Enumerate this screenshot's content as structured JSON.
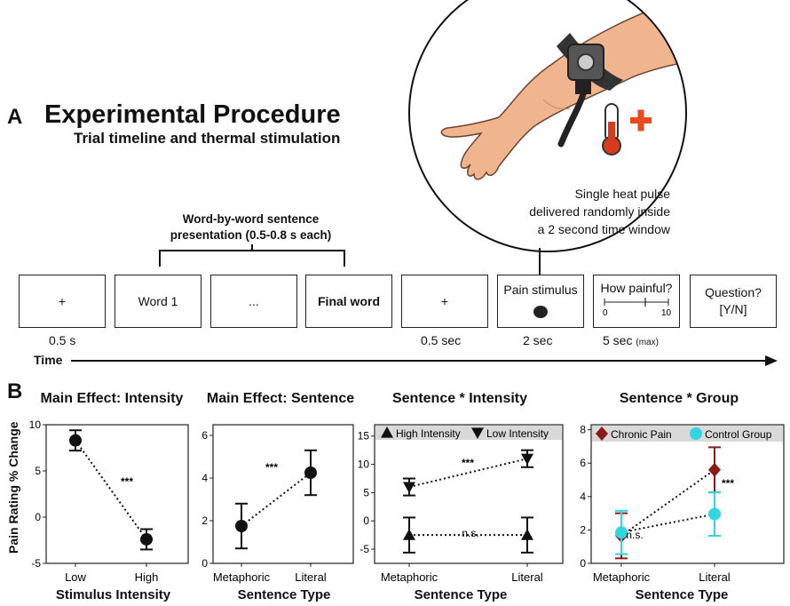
{
  "panel_a": {
    "letter": "A",
    "title": "Experimental Procedure",
    "subtitle": "Trial timeline and thermal stimulation",
    "bracket_label_line1": "Word-by-word sentence",
    "bracket_label_line2": "presentation (0.5-0.8 s each)",
    "heat_text_line1": "Single heat pulse",
    "heat_text_line2": "delivered randomly inside",
    "heat_text_line3": "a 2 second time window",
    "boxes": [
      {
        "label": "+",
        "duration": "0.5 s"
      },
      {
        "label": "Word 1",
        "duration": ""
      },
      {
        "label": "...",
        "duration": ""
      },
      {
        "label": "Final word",
        "duration": ""
      },
      {
        "label": "+",
        "duration": "0.5 sec"
      },
      {
        "label": "Pain stimulus",
        "duration": "2 sec"
      },
      {
        "label": "How painful?",
        "duration": "5 sec",
        "duration_small": "(max)",
        "scale_min": "0",
        "scale_max": "10"
      },
      {
        "label": "Question?",
        "label2": "[Y/N]",
        "duration": ""
      }
    ],
    "time_label": "Time",
    "colors": {
      "thermometer": "#d93a1e",
      "plus": "#e84a1f",
      "skin": "#f0b48e",
      "strap": "#333333"
    }
  },
  "panel_b": {
    "letter": "B",
    "ylabel": "Pain Rating % Change",
    "colors": {
      "black": "#111111",
      "chronic": "#8b1a1a",
      "control": "#33d6e0",
      "legend_bg": "#d9d9d9"
    }
  },
  "chart_data": [
    {
      "type": "scatter",
      "title": "Main Effect: Intensity",
      "xlabel": "Stimulus Intensity",
      "ylabel": "Pain Rating % Change",
      "categories": [
        "Low",
        "High"
      ],
      "ylim": [
        -5,
        10
      ],
      "yticks": [
        "10",
        "5",
        "0",
        "-5"
      ],
      "series": [
        {
          "values": [
            8.3,
            -2.4
          ],
          "err": [
            1.1,
            1.1
          ],
          "marker": "circle"
        }
      ],
      "annotations": [
        "***"
      ]
    },
    {
      "type": "scatter",
      "title": "Main Effect: Sentence",
      "xlabel": "Sentence Type",
      "categories": [
        "Metaphoric",
        "Literal"
      ],
      "ylim": [
        0,
        6.5
      ],
      "yticks": [
        "6",
        "4",
        "2",
        "0"
      ],
      "series": [
        {
          "values": [
            1.75,
            4.25
          ],
          "err": [
            1.05,
            1.05
          ],
          "marker": "circle"
        }
      ],
      "annotations": [
        "***"
      ]
    },
    {
      "type": "scatter",
      "title": "Sentence * Intensity",
      "xlabel": "Sentence Type",
      "categories": [
        "Metaphoric",
        "Literal"
      ],
      "ylim": [
        -7.5,
        17
      ],
      "yticks": [
        "15",
        "10",
        "5",
        "0",
        "-5"
      ],
      "series": [
        {
          "name": "High Intensity",
          "values": [
            -2.5,
            -2.5
          ],
          "err": [
            3.1,
            3.1
          ],
          "marker": "triangle-up"
        },
        {
          "name": "Low Intensity",
          "values": [
            6.0,
            11.0
          ],
          "err": [
            1.5,
            1.5
          ],
          "marker": "triangle-down"
        }
      ],
      "annotations": [
        "***",
        "n.s."
      ]
    },
    {
      "type": "scatter",
      "title": "Sentence * Group",
      "xlabel": "Sentence Type",
      "categories": [
        "Metaphoric",
        "Literal"
      ],
      "ylim": [
        0,
        8.3
      ],
      "yticks": [
        "8",
        "6",
        "4",
        "2",
        "0"
      ],
      "series": [
        {
          "name": "Chronic Pain",
          "values": [
            1.65,
            5.6
          ],
          "err": [
            1.35,
            1.35
          ],
          "marker": "diamond"
        },
        {
          "name": "Control Group",
          "values": [
            1.85,
            2.95
          ],
          "err": [
            1.3,
            1.3
          ],
          "marker": "circle"
        }
      ],
      "annotations": [
        "n.s.",
        "***"
      ]
    }
  ]
}
